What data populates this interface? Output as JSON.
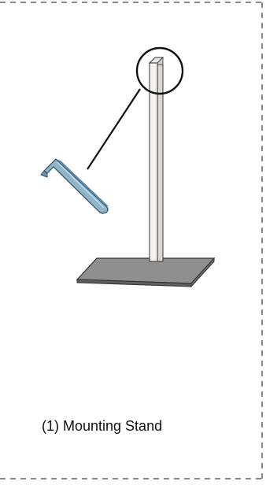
{
  "caption": "(1) Mounting Stand",
  "illustration": {
    "items": [
      "mounting-stand",
      "hex-key",
      "detail-callout-circle"
    ]
  },
  "colors": {
    "frame_border": "#888888",
    "base_plate_top": "#8f8f8f",
    "base_plate_edge": "#555555",
    "post": "#ecebe8",
    "hex_key": "#7fa6bf",
    "outline": "#222222"
  }
}
